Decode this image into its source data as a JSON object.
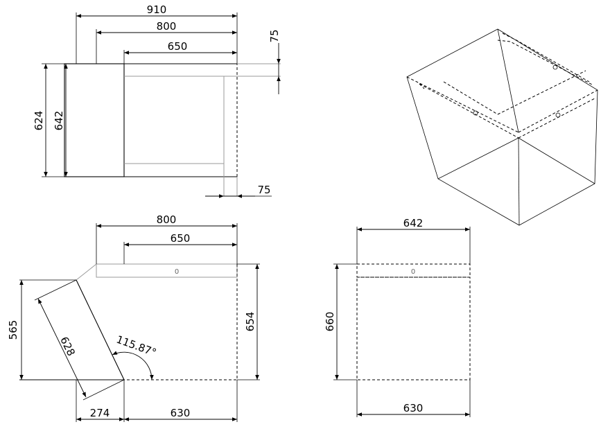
{
  "dimensions": {
    "top_width_910": "910",
    "top_width_800": "800",
    "top_width_650": "650",
    "top_offset_75_upper": "75",
    "top_offset_75_lower": "75",
    "top_height_624": "624",
    "top_height_642": "642",
    "front_width_800": "800",
    "front_width_650": "650",
    "front_height_565": "565",
    "front_diag_628": "628",
    "front_angle": "115.87°",
    "front_height_654": "654",
    "front_base_274": "274",
    "front_base_630": "630",
    "side_width_642": "642",
    "side_height_660": "660",
    "side_base_630": "630"
  },
  "marks": {
    "hole_front": "0",
    "hole_side": "0"
  },
  "colors": {
    "line": "#000000",
    "hidden_line": "#000000",
    "construction_line": "#9a9a9a"
  }
}
